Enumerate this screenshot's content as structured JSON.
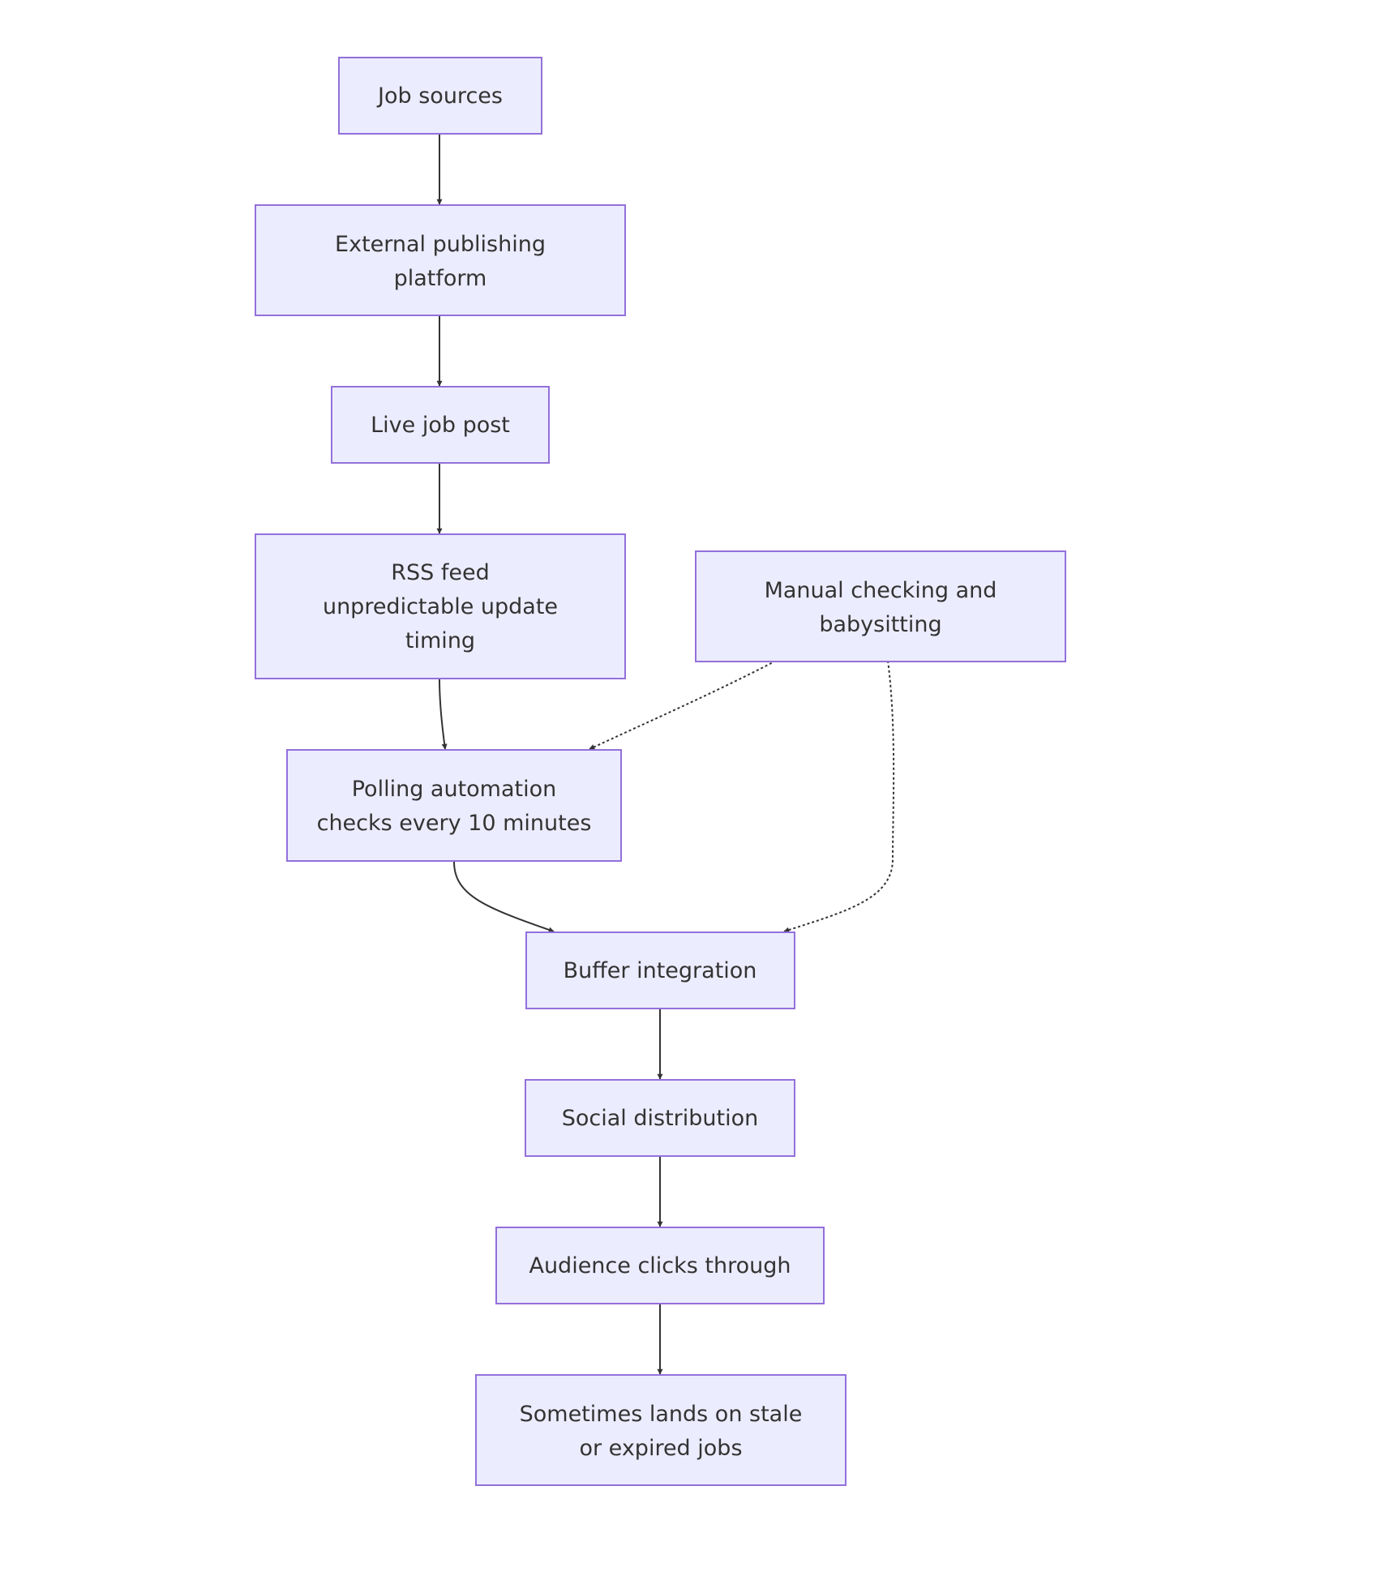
{
  "diagram": {
    "type": "flowchart",
    "colors": {
      "node_fill": "#ECECFF",
      "node_border": "#9370DB",
      "edge": "#333333",
      "text": "#333333"
    },
    "nodes": {
      "job_sources": [
        "Job sources"
      ],
      "external_platform": [
        "External publishing",
        "platform"
      ],
      "live_job_post": [
        "Live job post"
      ],
      "rss_feed": [
        "RSS feed",
        "unpredictable update",
        "timing"
      ],
      "manual_checking": [
        "Manual checking and",
        "babysitting"
      ],
      "polling": [
        "Polling automation",
        "checks every 10 minutes"
      ],
      "buffer": [
        "Buffer integration"
      ],
      "social": [
        "Social distribution"
      ],
      "audience": [
        "Audience clicks through"
      ],
      "stale": [
        "Sometimes lands on stale",
        "or expired jobs"
      ]
    },
    "edges": [
      {
        "from": "job_sources",
        "to": "external_platform",
        "style": "solid"
      },
      {
        "from": "external_platform",
        "to": "live_job_post",
        "style": "solid"
      },
      {
        "from": "live_job_post",
        "to": "rss_feed",
        "style": "solid"
      },
      {
        "from": "rss_feed",
        "to": "polling",
        "style": "solid"
      },
      {
        "from": "manual_checking",
        "to": "polling",
        "style": "dotted"
      },
      {
        "from": "polling",
        "to": "buffer",
        "style": "solid"
      },
      {
        "from": "manual_checking",
        "to": "buffer",
        "style": "dotted"
      },
      {
        "from": "buffer",
        "to": "social",
        "style": "solid"
      },
      {
        "from": "social",
        "to": "audience",
        "style": "solid"
      },
      {
        "from": "audience",
        "to": "stale",
        "style": "solid"
      }
    ]
  }
}
